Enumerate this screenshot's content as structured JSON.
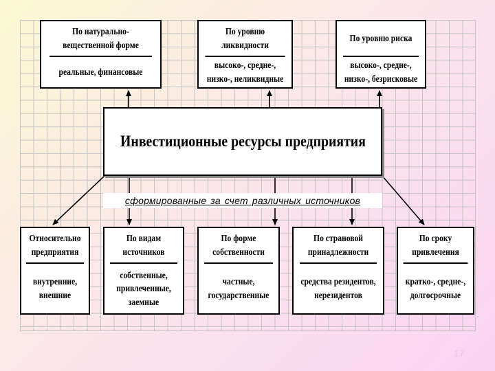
{
  "center_title": "Инвестиционные ресурсы предприятия",
  "subtitle": "сформированные за счет различных источников",
  "page_number": "17",
  "top_boxes": [
    {
      "header": "По натурально-\nвещественной форме",
      "value": "реальные, финансовые"
    },
    {
      "header": "По уровню\nликвидности",
      "value": "высоко-, средне-,\nнизко-, неликвидные"
    },
    {
      "header": "По уровню риска",
      "value": "высоко-, средне-,\nнизко-, безрисковые"
    }
  ],
  "bottom_boxes": [
    {
      "header": "Относительно\nпредприятия",
      "value": "внутренние,\nвнешние"
    },
    {
      "header": "По видам\nисточников",
      "value": "собственные,\nпривлеченные,\nзаемные"
    },
    {
      "header": "По форме\nсобственности",
      "value": "частные,\nгосударственные"
    },
    {
      "header": "По страновой\nпринадлежности",
      "value": "средства резидентов,\nнерезидентов"
    },
    {
      "header": "По сроку\nпривлечения",
      "value": "кратко-, средне-,\nдолгосрочные"
    }
  ]
}
